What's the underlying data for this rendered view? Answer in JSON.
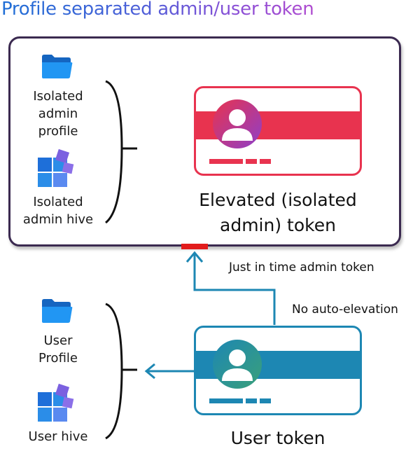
{
  "title": "Profile separated admin/user token",
  "admin_section": {
    "profile_label": "Isolated admin profile",
    "hive_label": "Isolated admin hive",
    "token_label": "Elevated (isolated admin) token",
    "icons": [
      "folder-icon",
      "registry-hive-icon",
      "user-avatar-icon"
    ],
    "token_color": "#e8334f",
    "token_border": "#e8334f"
  },
  "user_section": {
    "profile_label": "User Profile",
    "hive_label": "User hive",
    "token_label": "User token",
    "icons": [
      "folder-icon",
      "registry-hive-icon",
      "user-avatar-icon"
    ],
    "token_color": "#1d87b3",
    "token_border": "#1d87b3"
  },
  "connectors": {
    "jit_label": "Just in time admin token",
    "no_auto_label": "No auto-elevation",
    "arrow_color": "#1d87b3",
    "gate_color": "#e21c1c"
  },
  "colors": {
    "box_border": "#3b2a50",
    "title_gradient": [
      "#1f6fd6",
      "#b04cd0"
    ]
  }
}
